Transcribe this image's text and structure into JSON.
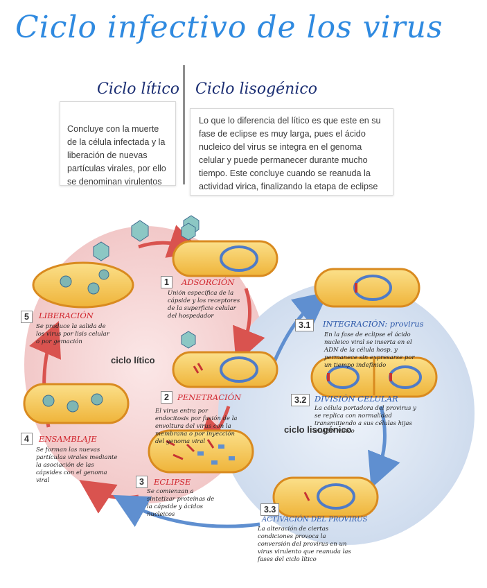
{
  "title": "Ciclo infectivo de los virus",
  "lytic": {
    "heading": "Ciclo lítico",
    "text": "Concluye con la muerte de la célula infectada y la liberación de nuevas partículas virales, por ello se denominan virulentos"
  },
  "lysogenic": {
    "heading": "Ciclo lisogénico",
    "text": "Lo que lo diferencia del lítico es que este en su fase de eclipse es muy larga, pues el ácido nucleico del virus se integra en el genoma celular y puede permanecer durante mucho tiempo. Este concluye cuando se reanuda la actividad virica, finalizando la etapa de eclipse"
  },
  "diagram": {
    "cycle_lytic_label": "ciclo lítico",
    "cycle_lysogenic_label": "ciclo lisogénico",
    "steps": [
      {
        "num": "1",
        "name": "ADSORCIÓN",
        "note": "Unión específica de la cápside y los receptores de la superficie celular del hospedador"
      },
      {
        "num": "2",
        "name": "PENETRACIÓN",
        "note": "El virus entra por endocitosis por fusión de la envoltura del virus con la membrana o por inyección del genoma viral"
      },
      {
        "num": "3",
        "name": "ECLIPSE",
        "note": "Se comienzan a sintetizar proteínas de la cápside y ácidos nucleicos"
      },
      {
        "num": "4",
        "name": "ENSAMBLAJE",
        "note": "Se forman las nuevas partículas virales mediante la asociación de las cápsides con el genoma viral"
      },
      {
        "num": "5",
        "name": "LIBERACIÓN",
        "note": "Se produce la salida de los virus por lisis celular o por gemación"
      },
      {
        "num": "3.1",
        "name": "INTEGRACIÓN: provirus",
        "note": "En la fase de eclipse el ácido nucleico viral se inserta en el ADN de la célula hosp. y permanece sin expresarse por un tiempo indefinido"
      },
      {
        "num": "3.2",
        "name": "DIVISIÓN CELULAR",
        "note": "La célula portadora del provirus y se replica con normalidad transmitiendo a sus células hijas el ADN vírico"
      },
      {
        "num": "3.3",
        "name": "ACTIVACIÓN DEL PROVIRUS",
        "note": "La alteración de ciertas condiciones provoca la conversión del provirus en un virus virulento que reanuda las fases del ciclo lítico"
      }
    ]
  },
  "colors": {
    "title_blue": "#2f8ae0",
    "heading_navy": "#1a2d72",
    "lytic_pink": "#f6d6d6",
    "lysogenic_blue": "#d9e4f3",
    "arrow_red": "#d9534f",
    "arrow_blue": "#5f8fd0",
    "cell_yellow": "#f5c24a",
    "cell_border": "#d98a1f"
  }
}
